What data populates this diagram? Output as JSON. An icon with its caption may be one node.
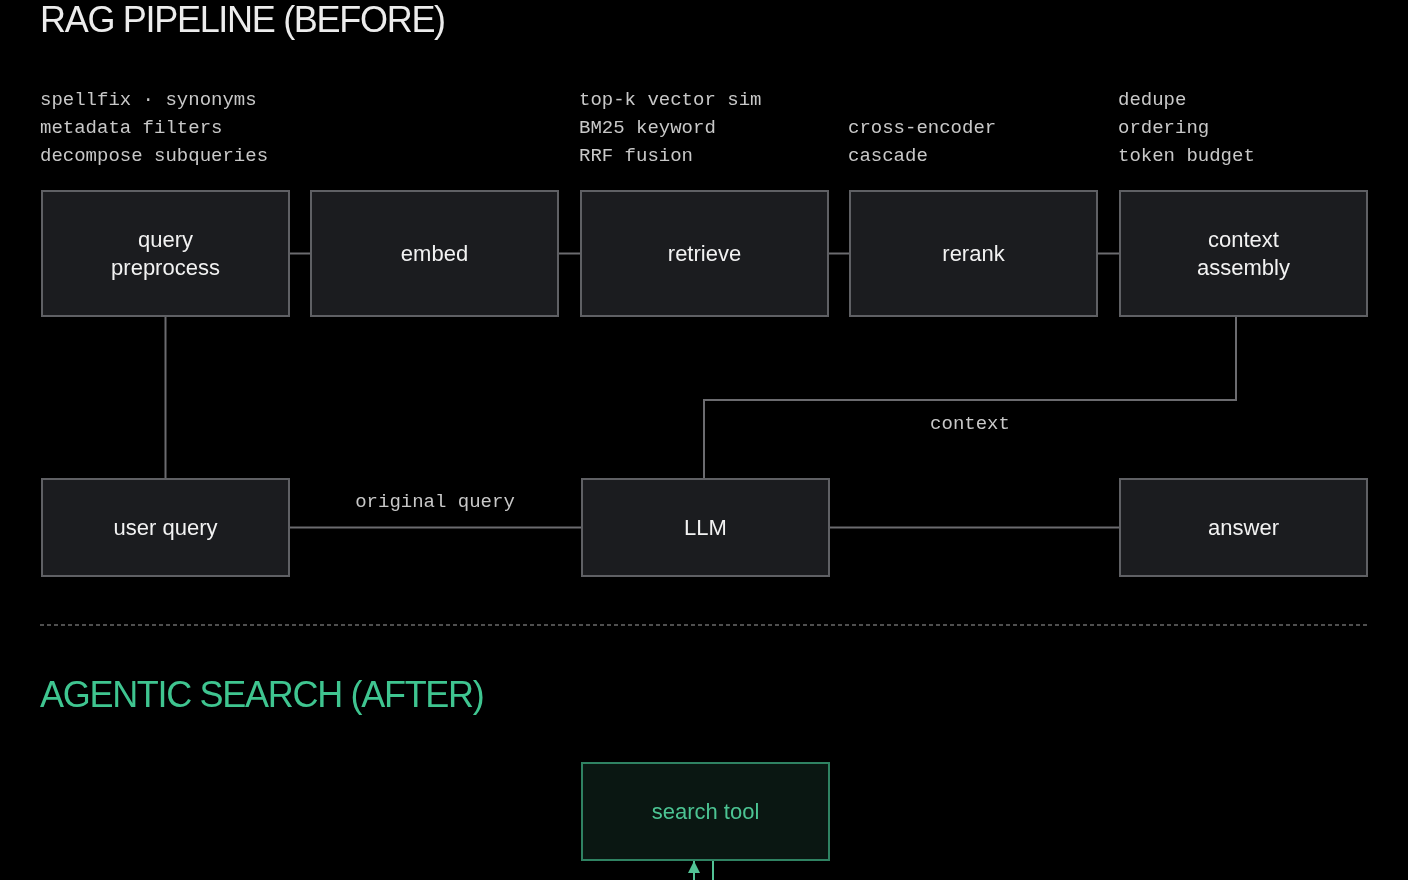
{
  "diagram": {
    "title": "RAG PIPELINE (BEFORE)",
    "nodes": [
      {
        "text": [
          "query preprocess"
        ],
        "beside": [
          "spellfix · synonyms",
          "metadata filters",
          "decompose subqueries"
        ]
      },
      {
        "text": [
          "embed"
        ]
      },
      {
        "text": [
          "retrieve"
        ],
        "beside": [
          "top-k vector sim",
          "BM25 keyword",
          "RRF fusion"
        ]
      },
      {
        "text": [
          "rerank"
        ],
        "beside": [
          "cross-encoder",
          "cascade"
        ]
      },
      {
        "text": [
          "context assembly"
        ],
        "beside": [
          "dedupe",
          "ordering",
          "token budget"
        ]
      },
      {
        "text": [
          "user query"
        ]
      },
      {
        "text": [
          "LLM"
        ]
      },
      {
        "text": [
          "answer"
        ]
      },
      {
        "text": [
          "search tool"
        ]
      }
    ],
    "edges": [
      {
        "from": 5,
        "to": 0,
        "arrow": "none"
      },
      {
        "from": 0,
        "to": 1,
        "arrow": "none"
      },
      {
        "from": 1,
        "to": 2,
        "arrow": "none"
      },
      {
        "from": 2,
        "to": 3,
        "arrow": "none"
      },
      {
        "from": 3,
        "to": 4,
        "arrow": "none"
      },
      {
        "from": 4,
        "to": 6,
        "arrow": "none",
        "label": "context"
      },
      {
        "from": 5,
        "to": 6,
        "arrow": "none",
        "label": "original query"
      },
      {
        "from": 6,
        "to": 7,
        "arrow": "none"
      },
      {
        "from": null,
        "to": 8,
        "arrow": "to",
        "color": "#52c295"
      },
      {
        "from": 8,
        "to": null,
        "arrow": "none",
        "color": "#52c295"
      }
    ],
    "labels": [
      "AGENTIC SEARCH (AFTER)"
    ]
  }
}
